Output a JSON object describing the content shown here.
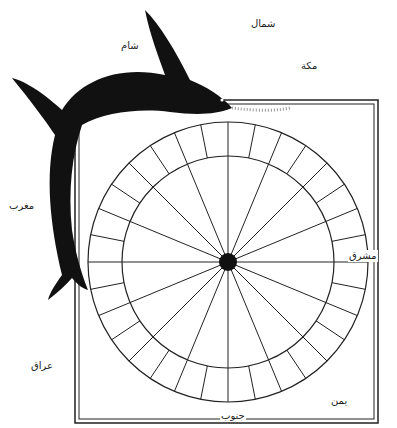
{
  "diagram": {
    "labels": [
      "شمال",
      "مشرق",
      "جنوب",
      "مغرب",
      "مكة",
      "يمن",
      "شام",
      "عراق"
    ]
  }
}
